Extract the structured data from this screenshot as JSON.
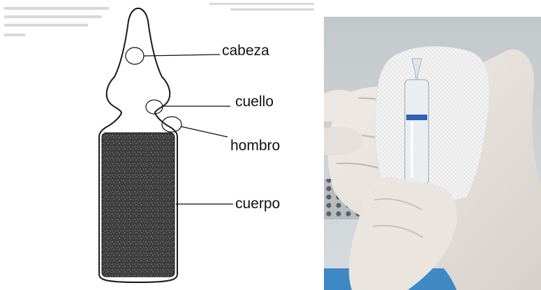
{
  "diagram": {
    "labels": {
      "head": "cabeza",
      "neck": "cuello",
      "shoulder": "hombro",
      "body": "cuerpo"
    }
  },
  "photo": {
    "subject": "ampoule-held-in-gauze-photo"
  }
}
